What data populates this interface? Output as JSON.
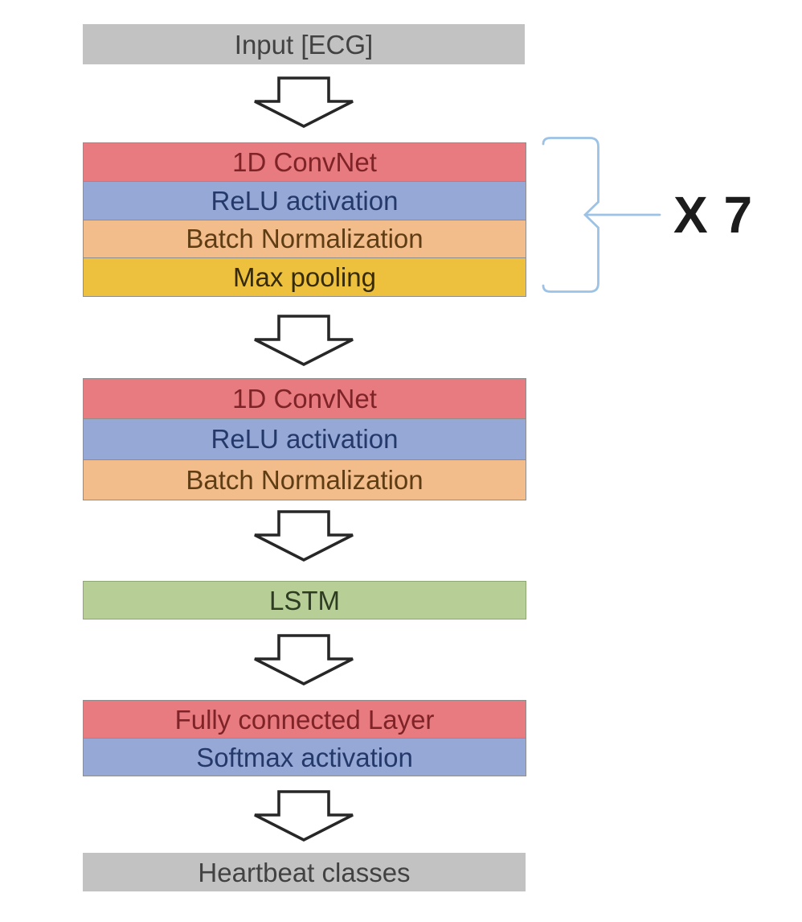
{
  "flow": {
    "input": {
      "label": "Input [ECG]"
    },
    "block1": {
      "layers": [
        "1D ConvNet",
        "ReLU activation",
        "Batch Normalization",
        "Max pooling"
      ],
      "repeat": "X 7"
    },
    "block2": {
      "layers": [
        "1D ConvNet",
        "ReLU activation",
        "Batch Normalization"
      ]
    },
    "lstm": {
      "label": "LSTM"
    },
    "block3": {
      "layers": [
        "Fully connected Layer",
        "Softmax activation"
      ]
    },
    "output": {
      "label": "Heartbeat classes"
    }
  },
  "colors": {
    "box_gray": "#c2c2c2",
    "layer_red": "#e87b80",
    "layer_blue": "#96a9d6",
    "layer_orange": "#f2bd8b",
    "layer_yellow": "#edc13e",
    "layer_green": "#b7cf96",
    "text_gray": "#424242",
    "text_red": "#7e2327",
    "text_blue": "#24386a",
    "text_orange": "#5f3d14",
    "text_yellow": "#362b06",
    "text_green": "#2e3d21",
    "bracket_blue": "#9cc2e5",
    "arrow_outline": "#272727",
    "repeat_text": "#1c1c1c"
  }
}
